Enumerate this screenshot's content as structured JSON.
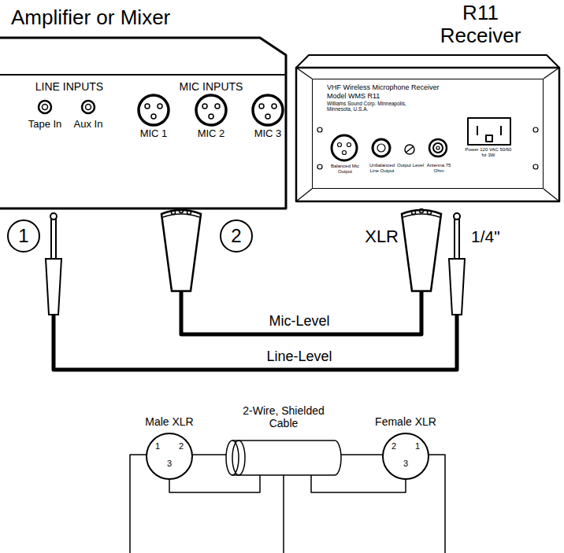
{
  "diagram": {
    "nodes": [
      {
        "text": [
          "Amplifier or Mixer"
        ]
      },
      {
        "text": [
          "R11 Receiver"
        ]
      },
      {
        "text": [
          "VHF Wireless Microphone Receiver",
          "Model WMS R11",
          "Williams Sound Corp. Minneapolis, Minnesota, U.S.A.",
          "Balanced Mic Output",
          "Unbalanced Line Output",
          "Output Level",
          "Antenna 75 Ohm",
          "Power 120 VAC 50/60 hz 3W"
        ],
        "in": 1
      },
      {
        "text": [
          "1"
        ]
      },
      {
        "text": [
          "2"
        ]
      },
      {
        "text": [
          "Male XLR",
          "1",
          "2",
          "3"
        ]
      },
      {
        "text": [
          "2-Wire, Shielded Cable"
        ]
      },
      {
        "text": [
          "Female XLR",
          "2",
          "1",
          "3"
        ]
      }
    ],
    "labels": [
      "LINE INPUTS",
      "Tape In",
      "Aux In",
      "MIC INPUTS",
      "MIC 1",
      "MIC 2",
      "MIC 3",
      "XLR",
      "1/4\"",
      "Mic-Level",
      "Line-Level"
    ]
  }
}
